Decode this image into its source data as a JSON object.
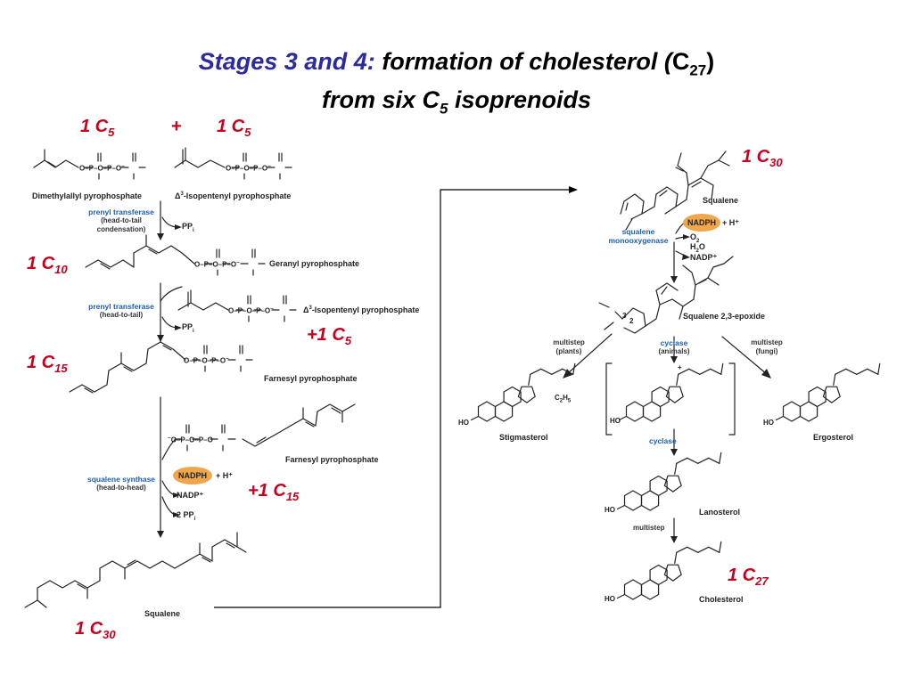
{
  "title": {
    "lead": "Stages 3 and 4:",
    "line1": "formation of cholesterol (",
    "c27_c": "C",
    "c27_sub": "27",
    "c27_close": ")",
    "line2_pre": "from six C",
    "line2_sub": "5",
    "line2_post": " isoprenoids"
  },
  "carbon_labels": {
    "c5_left": {
      "text": "1 C",
      "sub": "5"
    },
    "plus": "+",
    "c5_right": {
      "text": "1 C",
      "sub": "5"
    },
    "c10": {
      "text": "1 C",
      "sub": "10"
    },
    "plus_c5": {
      "text": "+1 C",
      "sub": "5"
    },
    "c15": {
      "text": "1 C",
      "sub": "15"
    },
    "plus_c15": {
      "text": "+1 C",
      "sub": "15"
    },
    "c30_bottom": {
      "text": "1 C",
      "sub": "30"
    },
    "c30_top": {
      "text": "1 C",
      "sub": "30"
    },
    "c27": {
      "text": "1 C",
      "sub": "27"
    }
  },
  "molecules": {
    "dimethylallyl": "Dimethylallyl pyrophosphate",
    "isopentenyl_delta": "Δ",
    "isopentenyl_sup": "3",
    "isopentenyl": "-Isopentenyl pyrophosphate",
    "isopentenyl2": "-Isopentenyl pyrophosphate",
    "geranyl": "Geranyl pyrophosphate",
    "farnesyl": "Farnesyl pyrophosphate",
    "farnesyl2": "Farnesyl pyrophosphate",
    "squalene_left": "Squalene",
    "squalene_right": "Squalene",
    "epoxide": "Squalene 2,3-epoxide",
    "stigmasterol": "Stigmasterol",
    "ergosterol": "Ergosterol",
    "lanosterol": "Lanosterol",
    "cholesterol": "Cholesterol"
  },
  "enzymes": {
    "prenyl1": "prenyl transferase",
    "prenyl1_note1": "(head-to-tail",
    "prenyl1_note2": "condensation)",
    "prenyl2": "prenyl transferase",
    "prenyl2_note": "(head-to-tail)",
    "sq_synthase": "squalene synthase",
    "sq_synthase_note": "(head-to-head)",
    "sq_mono1": "squalene",
    "sq_mono2": "monooxygenase",
    "cyclase1": "cyclase",
    "cyclase1_note": "(animals)",
    "cyclase2": "cyclase",
    "multistep_plants1": "multistep",
    "multistep_plants2": "(plants)",
    "multistep_fungi1": "multistep",
    "multistep_fungi2": "(fungi)",
    "multistep": "multistep"
  },
  "cofactors": {
    "ppi1": "PP",
    "ppi1_sub": "i",
    "ppi2": "PP",
    "ppi2_sub": "i",
    "nadph_left": "NADPH",
    "hplus_left": "+ H⁺",
    "nadp_left": "NADP⁺",
    "twoppi": "2 PP",
    "twoppi_sub": "i",
    "nadph_right": "NADPH",
    "hplus_right": "+ H⁺",
    "o2": "O",
    "o2_sub": "2",
    "h2o_h": "H",
    "h2o_sub": "2",
    "h2o_o": "O",
    "nadp_right": "NADP⁺"
  },
  "atoms": {
    "ho1": "HO",
    "ho2": "HO",
    "ho3": "HO",
    "ho4": "HO",
    "ho5": "HO",
    "c2h5": "C",
    "c2h5_sub1": "2",
    "c2h5_h": "H",
    "c2h5_sub2": "5",
    "num3": "3",
    "num2": "2",
    "plus_charge": "+"
  },
  "colors": {
    "title_blue": "#2b2b9e",
    "label_red": "#c8001e",
    "enzyme_blue": "#1d5fa8",
    "cofactor_orange": "#f0a64a"
  }
}
